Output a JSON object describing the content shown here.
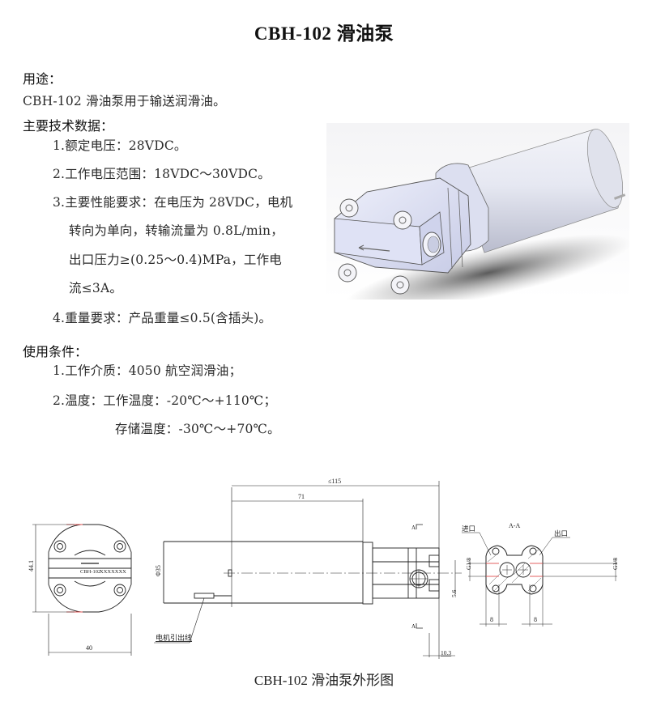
{
  "document": {
    "title": "CBH-102 滑油泵",
    "usage": {
      "heading": "用途：",
      "text": "CBH-102 滑油泵用于输送润滑油。"
    },
    "specs": {
      "heading": "主要技术数据：",
      "items": [
        {
          "lines": [
            "1.额定电压：28VDC。"
          ]
        },
        {
          "lines": [
            "2.工作电压范围：18VDC～30VDC。"
          ]
        },
        {
          "lines": [
            "3.主要性能要求：在电压为 28VDC，电机",
            "转向为单向，转输流量为 0.8L/min，",
            "出口压力≥(0.25～0.4)MPa，工作电",
            "流≤3A。"
          ]
        },
        {
          "lines": [
            "4.重量要求：产品重量≤0.5(含插头)。"
          ]
        }
      ]
    },
    "conditions": {
      "heading": "使用条件：",
      "items": [
        "1.工作介质：4050 航空润滑油；",
        "2.温度：工作温度：-20℃～+110℃；",
        "存储温度：-30℃～+70℃。"
      ]
    },
    "product_image": {
      "description": "3D render of CBH-102 lube oil pump: cylindrical motor with pump head and four socket screws",
      "colors": {
        "body": "#d9dcef",
        "shadow": "#6b6b6b",
        "background": "#ffffff"
      }
    },
    "drawing": {
      "caption": "CBH-102 滑油泵外形图",
      "front_view": {
        "width_dim": "40",
        "height_dim": "44.1",
        "nameplate": "CBH-102",
        "serial": "XXXXXXX"
      },
      "side_view": {
        "overall_length": "≤115",
        "motor_length": "71",
        "motor_diameter": "Φ35",
        "port_offset": "5.6",
        "end_offset": "10.3",
        "lead_label": "电机引出线",
        "section_marks": [
          "A",
          "A"
        ]
      },
      "section_view": {
        "title": "A-A",
        "inlet_label": "进口",
        "outlet_label": "出口",
        "thread_left": "G1/8",
        "thread_right": "G1/8",
        "depth_left": "8",
        "depth_right": "8"
      },
      "colors": {
        "line": "#222222",
        "highlight": "#e05050"
      }
    }
  }
}
